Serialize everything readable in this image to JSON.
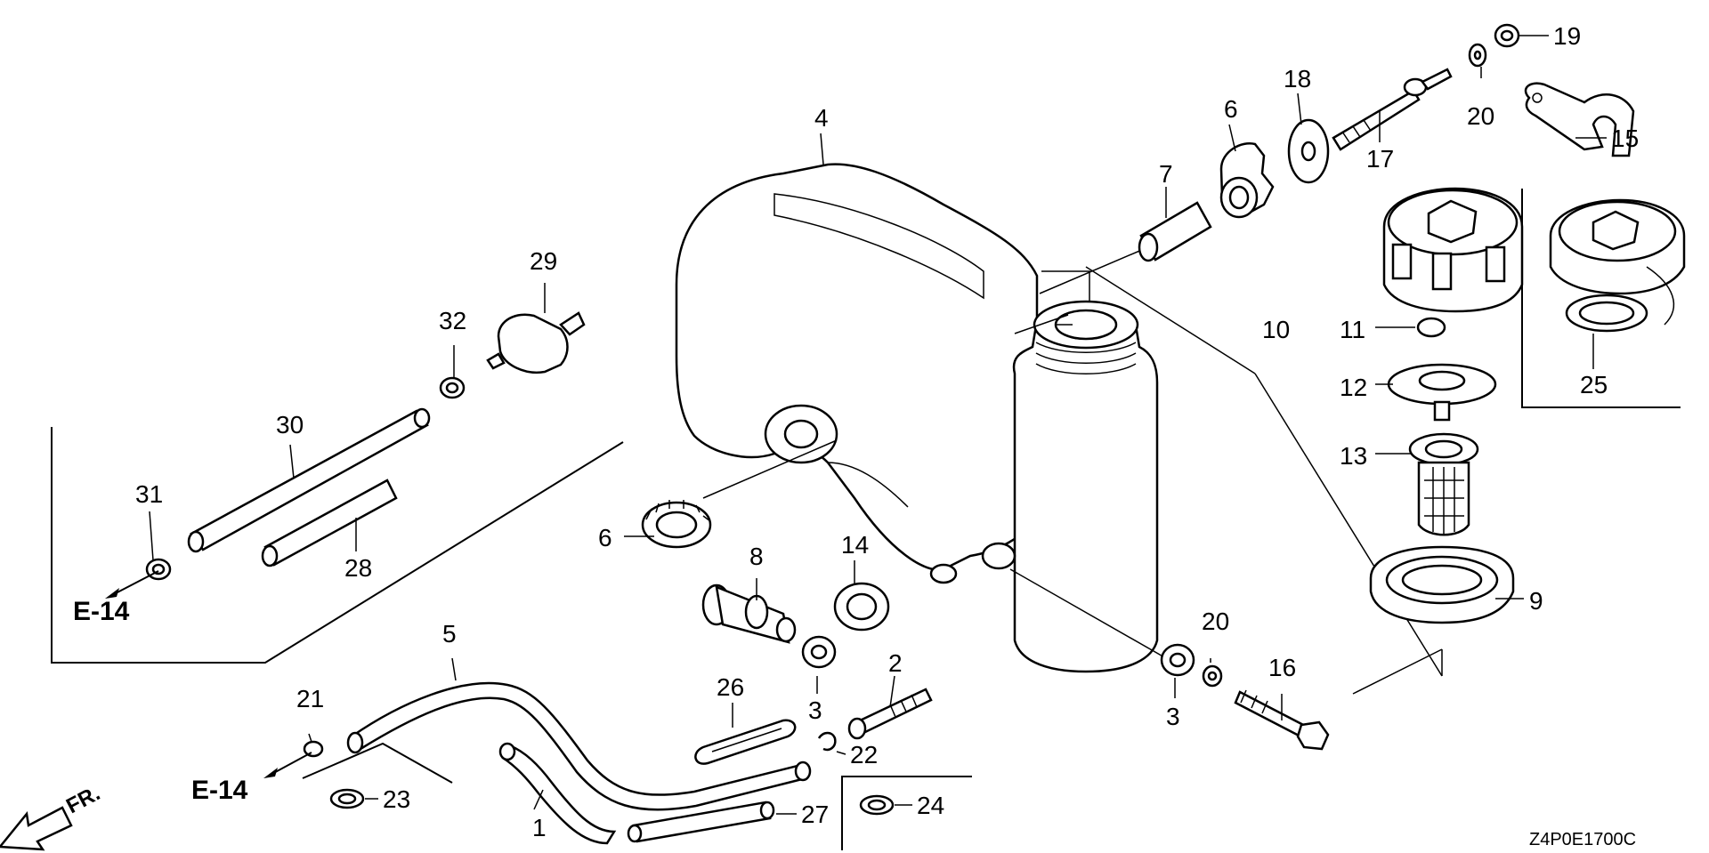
{
  "diagram_code": "Z4P0E1700C",
  "front_marker": "FR.",
  "references": [
    "E-14",
    "E-14"
  ],
  "callouts": [
    {
      "id": "c1",
      "text": "1"
    },
    {
      "id": "c2",
      "text": "2"
    },
    {
      "id": "c3a",
      "text": "3"
    },
    {
      "id": "c3b",
      "text": "3"
    },
    {
      "id": "c4",
      "text": "4"
    },
    {
      "id": "c5",
      "text": "5"
    },
    {
      "id": "c6a",
      "text": "6"
    },
    {
      "id": "c6b",
      "text": "6"
    },
    {
      "id": "c7",
      "text": "7"
    },
    {
      "id": "c8",
      "text": "8"
    },
    {
      "id": "c9",
      "text": "9"
    },
    {
      "id": "c10",
      "text": "10"
    },
    {
      "id": "c11",
      "text": "11"
    },
    {
      "id": "c12",
      "text": "12"
    },
    {
      "id": "c13",
      "text": "13"
    },
    {
      "id": "c14",
      "text": "14"
    },
    {
      "id": "c15",
      "text": "15"
    },
    {
      "id": "c16",
      "text": "16"
    },
    {
      "id": "c17",
      "text": "17"
    },
    {
      "id": "c18",
      "text": "18"
    },
    {
      "id": "c19",
      "text": "19"
    },
    {
      "id": "c20a",
      "text": "20"
    },
    {
      "id": "c20b",
      "text": "20"
    },
    {
      "id": "c21",
      "text": "21"
    },
    {
      "id": "c22",
      "text": "22"
    },
    {
      "id": "c23",
      "text": "23"
    },
    {
      "id": "c24",
      "text": "24"
    },
    {
      "id": "c25",
      "text": "25"
    },
    {
      "id": "c26",
      "text": "26"
    },
    {
      "id": "c27",
      "text": "27"
    },
    {
      "id": "c28",
      "text": "28"
    },
    {
      "id": "c29",
      "text": "29"
    },
    {
      "id": "c30",
      "text": "30"
    },
    {
      "id": "c31",
      "text": "31"
    },
    {
      "id": "c32",
      "text": "32"
    }
  ]
}
